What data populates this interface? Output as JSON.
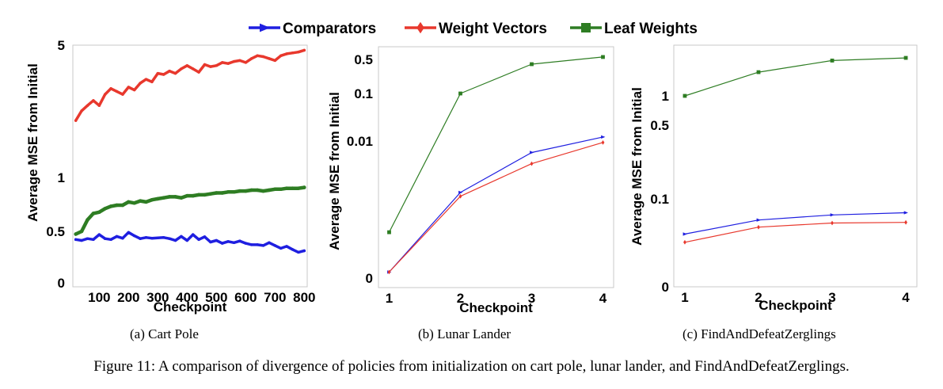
{
  "legend": [
    {
      "label": "Comparators",
      "color": "#1f1fe0",
      "marker": "triangle-right"
    },
    {
      "label": "Weight Vectors",
      "color": "#e8382d",
      "marker": "diamond"
    },
    {
      "label": "Leaf Weights",
      "color": "#2e7d23",
      "marker": "square"
    }
  ],
  "subcaptions": [
    "(a) Cart Pole",
    "(b) Lunar Lander",
    "(c) FindAndDefeatZerglings"
  ],
  "figure_caption": "Figure 11: A comparison of divergence of policies from initialization on cart pole, lunar lander, and FindAndDefeatZerglings.",
  "chart_data": [
    {
      "type": "line",
      "title": "",
      "xlabel": "Checkpoint",
      "ylabel": "Average MSE from Initial",
      "y_scale": "symlog",
      "xlim": [
        10,
        810
      ],
      "ylim": [
        0,
        5
      ],
      "x_ticks": [
        100,
        200,
        300,
        400,
        500,
        600,
        700,
        800
      ],
      "y_ticks": [
        {
          "value": 0,
          "label": "0"
        },
        {
          "value": 0.5,
          "label": "0.5"
        },
        {
          "value": 1,
          "label": "1"
        },
        {
          "value": 5,
          "label": "5"
        }
      ],
      "grid": false,
      "x": [
        20,
        40,
        60,
        80,
        100,
        120,
        140,
        160,
        180,
        200,
        220,
        240,
        260,
        280,
        300,
        320,
        340,
        360,
        380,
        400,
        420,
        440,
        460,
        480,
        500,
        520,
        540,
        560,
        580,
        600,
        620,
        640,
        660,
        680,
        700,
        720,
        740,
        760,
        780,
        800
      ],
      "series": [
        {
          "name": "Comparators",
          "color": "#1f1fe0",
          "line_width": 3.5,
          "values": [
            0.22,
            0.2,
            0.24,
            0.22,
            0.36,
            0.24,
            0.22,
            0.3,
            0.25,
            0.45,
            0.32,
            0.24,
            0.27,
            0.25,
            0.26,
            0.27,
            0.24,
            0.2,
            0.3,
            0.2,
            0.36,
            0.22,
            0.29,
            0.17,
            0.2,
            0.15,
            0.18,
            0.16,
            0.19,
            0.15,
            0.13,
            0.13,
            0.12,
            0.16,
            0.12,
            0.09,
            0.11,
            0.08,
            0.06,
            0.07
          ]
        },
        {
          "name": "Weight Vectors",
          "color": "#e8382d",
          "line_width": 3.5,
          "values": [
            2.0,
            2.25,
            2.4,
            2.55,
            2.4,
            2.75,
            2.95,
            2.85,
            2.75,
            3.0,
            2.9,
            3.15,
            3.3,
            3.2,
            3.55,
            3.5,
            3.65,
            3.55,
            3.75,
            3.9,
            3.75,
            3.6,
            3.95,
            3.85,
            3.9,
            4.05,
            4.0,
            4.1,
            4.15,
            4.05,
            4.25,
            4.4,
            4.35,
            4.25,
            4.15,
            4.4,
            4.5,
            4.55,
            4.6,
            4.7
          ]
        },
        {
          "name": "Leaf Weights",
          "color": "#2e7d23",
          "line_width": 4.5,
          "values": [
            0.38,
            0.5,
            0.58,
            0.63,
            0.64,
            0.67,
            0.69,
            0.7,
            0.7,
            0.73,
            0.72,
            0.74,
            0.73,
            0.75,
            0.76,
            0.77,
            0.78,
            0.78,
            0.77,
            0.79,
            0.79,
            0.8,
            0.8,
            0.81,
            0.82,
            0.82,
            0.83,
            0.83,
            0.84,
            0.84,
            0.85,
            0.85,
            0.84,
            0.85,
            0.86,
            0.86,
            0.87,
            0.87,
            0.87,
            0.88
          ]
        }
      ]
    },
    {
      "type": "line",
      "title": "",
      "xlabel": "Checkpoint",
      "ylabel": "Average MSE from Initial",
      "y_scale": "symlog",
      "xlim": [
        0.85,
        4.15
      ],
      "ylim": [
        0,
        0.7
      ],
      "x_ticks": [
        1,
        2,
        3,
        4
      ],
      "y_ticks": [
        {
          "value": 0,
          "label": "0"
        },
        {
          "value": 0.01,
          "label": "0.01"
        },
        {
          "value": 0.1,
          "label": "0.1"
        },
        {
          "value": 0.5,
          "label": "0.5"
        }
      ],
      "grid": false,
      "x": [
        1,
        2,
        3,
        4
      ],
      "series": [
        {
          "name": "Comparators",
          "color": "#1f1fe0",
          "line_width": 1.2,
          "marker": "triangle-right",
          "values": [
            0.0002,
            0.0045,
            0.0085,
            0.0125
          ]
        },
        {
          "name": "Weight Vectors",
          "color": "#e8382d",
          "line_width": 1.2,
          "marker": "diamond",
          "values": [
            0.0002,
            0.0042,
            0.0072,
            0.0098
          ]
        },
        {
          "name": "Leaf Weights",
          "color": "#2e7d23",
          "line_width": 1.2,
          "marker": "square",
          "values": [
            0.0019,
            0.1,
            0.4,
            0.56
          ]
        }
      ]
    },
    {
      "type": "line",
      "title": "",
      "xlabel": "Checkpoint",
      "ylabel": "Average MSE from Initial",
      "y_scale": "symlog",
      "xlim": [
        0.85,
        4.15
      ],
      "ylim": [
        0,
        3.2
      ],
      "x_ticks": [
        1,
        2,
        3,
        4
      ],
      "y_ticks": [
        {
          "value": 0,
          "label": "0"
        },
        {
          "value": 0.1,
          "label": "0.1"
        },
        {
          "value": 0.5,
          "label": "0.5"
        },
        {
          "value": 1,
          "label": "1"
        }
      ],
      "grid": false,
      "x": [
        1,
        2,
        3,
        4
      ],
      "series": [
        {
          "name": "Comparators",
          "color": "#1f1fe0",
          "line_width": 1.2,
          "marker": "triangle-right",
          "values": [
            0.022,
            0.041,
            0.051,
            0.056
          ]
        },
        {
          "name": "Weight Vectors",
          "color": "#e8382d",
          "line_width": 1.2,
          "marker": "diamond",
          "values": [
            0.015,
            0.03,
            0.036,
            0.037
          ]
        },
        {
          "name": "Leaf Weights",
          "color": "#2e7d23",
          "line_width": 1.2,
          "marker": "square",
          "values": [
            1.0,
            1.75,
            2.3,
            2.45
          ]
        }
      ]
    }
  ]
}
